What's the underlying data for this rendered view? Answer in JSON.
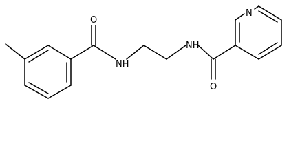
{
  "molecule": {
    "atom_labels": {
      "carbonyl_oxygen_left": "O",
      "amide_nitrogen_left": "NH",
      "amide_nitrogen_right": "NH",
      "carbonyl_oxygen_right": "O",
      "pyridine_nitrogen": "N"
    }
  }
}
